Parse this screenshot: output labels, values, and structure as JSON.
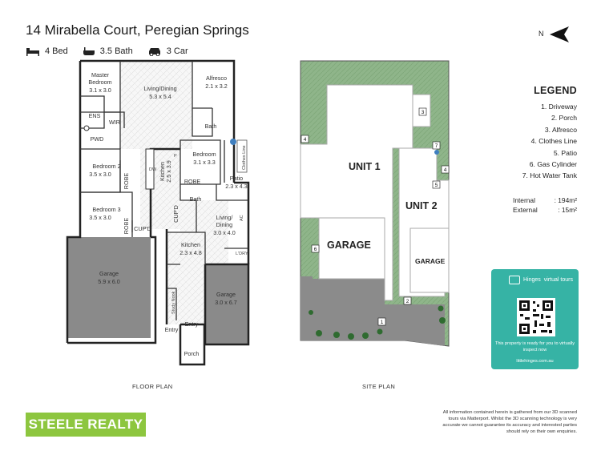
{
  "header": {
    "address": "14 Mirabella Court, Peregian Springs",
    "beds": "4 Bed",
    "baths": "3.5 Bath",
    "cars": "3 Car",
    "north_label": "N"
  },
  "floor_plan": {
    "label": "FLOOR PLAN",
    "rooms": {
      "master_name": "Master",
      "master_name2": "Bedroom",
      "master_size": "3.1 x 3.0",
      "living_name": "Living/Dining",
      "living_size": "5.3 x 5.4",
      "alfresco_name": "Alfresco",
      "alfresco_size": "2.1 x 3.2",
      "ens": "ENS",
      "wir": "WIR",
      "bath": "Bath",
      "pwd": "PWD",
      "bed_u2": "Bedroom",
      "bed_u2_size": "3.1 x 3.3",
      "bed2": "Bedroom 2",
      "bed2_size": "3.5 x 3.0",
      "robe": "ROBE",
      "kitchen1": "Kitchen",
      "kitchen1_size": "2.5 x 3.9",
      "dw": "DW",
      "p": "P",
      "robe2": "ROBE",
      "patio": "Patio",
      "patio_size": "2.3 x 4.3",
      "clothes_line": "Clothes Line",
      "bath2": "Bath",
      "bed3": "Bedroom 3",
      "bed3_size": "3.5 x 3.0",
      "robe3": "ROBE",
      "cupd": "CUP'D",
      "cupd2": "CUP'D",
      "living2": "Living/",
      "dining2": "Dining",
      "living2_size": "3.0 x 4.0",
      "ac": "AC",
      "kitchen2": "Kitchen",
      "kitchen2_size": "2.3 x 4.8",
      "ldry": "L'DRY",
      "garage1": "Garage",
      "garage1_size": "5.9 x 6.0",
      "garage2": "Garage",
      "garage2_size": "3.0 x 6.7",
      "study": "Study Nook",
      "entry": "Entry",
      "porch": "Porch"
    }
  },
  "site_plan": {
    "label": "SITE PLAN",
    "unit1": "UNIT 1",
    "unit2": "UNIT 2",
    "garage1": "GARAGE",
    "garage2": "GARAGE",
    "markers": [
      "1",
      "2",
      "3",
      "4",
      "4",
      "5",
      "6",
      "7"
    ]
  },
  "legend": {
    "title": "LEGEND",
    "items": [
      "1. Driveway",
      "2. Porch",
      "3. Alfresco",
      "4. Clothes Line",
      "5. Patio",
      "6. Gas Cylinder",
      "7. Hot Water Tank"
    ],
    "internal_label": "Internal",
    "internal_value": ": 194m²",
    "external_label": "External",
    "external_value": ":   15m²"
  },
  "tour_card": {
    "brand": "Hinges",
    "brand2": "virtual tours",
    "ready": "This property is ready for you to virtually inspect now",
    "url": "littlehinges.com.au",
    "color": "#36b3a5"
  },
  "footer": {
    "logo": "STEELE REALTY",
    "logo_color": "#8dc63f",
    "disclaimer": "All information contained herein is gathered from our 3D scanned tours via Matterport. Whilst the 3D scanning technology is very accurate we cannot guarantee its accuracy and interested parties should rely on their own enquiries."
  }
}
